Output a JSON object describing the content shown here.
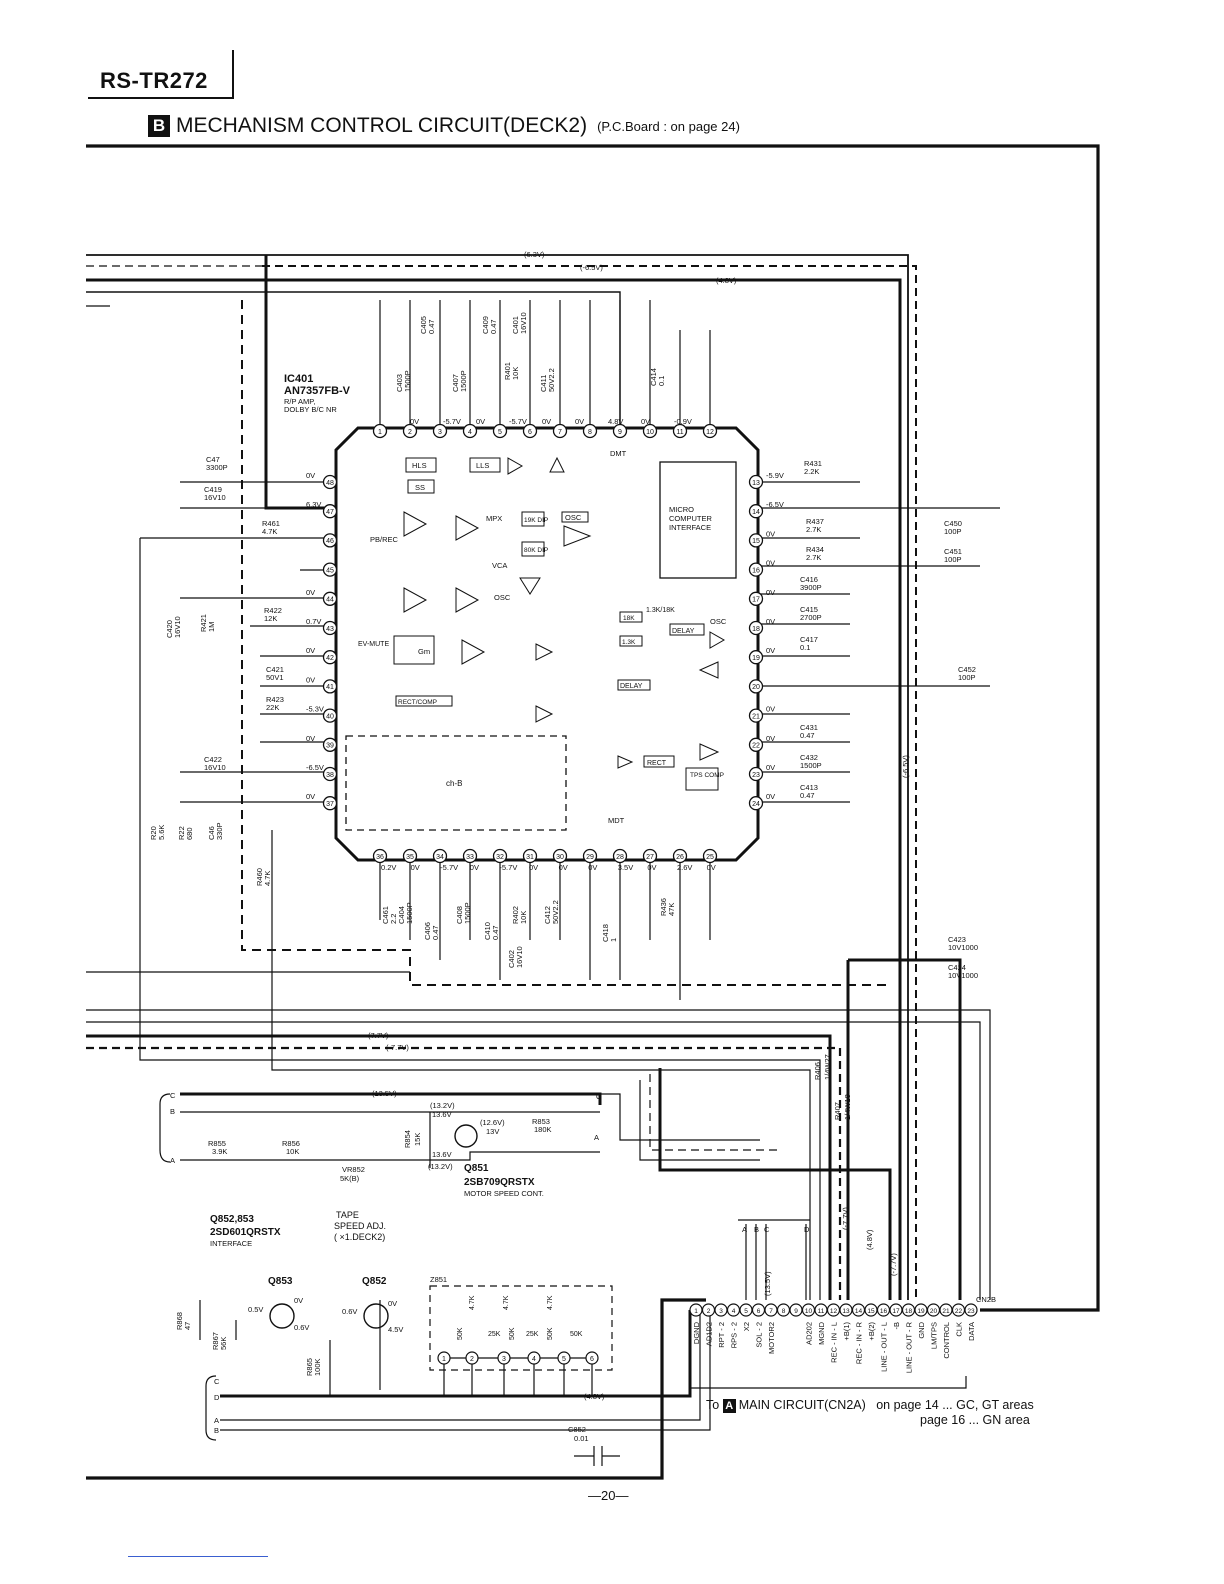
{
  "header": {
    "model": "RS-TR272",
    "section_letter": "B",
    "title": "MECHANISM CONTROL CIRCUIT(DECK2)",
    "subtitle": "(P.C.Board : on page 24)"
  },
  "ic": {
    "ref": "IC401",
    "part": "AN7357FB-V",
    "desc1": "R/P AMP,",
    "desc2": "DOLBY B/C NR",
    "center_label": "ch-B",
    "blocks": [
      "HLS",
      "LLS",
      "SS",
      "DMT",
      "PB/REC",
      "MPX",
      "19K DIP",
      "80K DIP",
      "OSC",
      "VCA",
      "EV-MUTE",
      "Gm",
      "RECT/COMP",
      "18K",
      "1.3K",
      "1.3K/18K",
      "DELAY",
      "OSC",
      "DELAY",
      "RECT",
      "TPS COMP",
      "MDT",
      "MICRO COMPUTER INTERFACE"
    ],
    "top_pins": [
      "1",
      "2",
      "3",
      "4",
      "5",
      "6",
      "7",
      "8",
      "9",
      "10",
      "11",
      "12"
    ],
    "top_volts": [
      "0V",
      "-5.7V",
      "0V",
      "-5.7V",
      "0V",
      "0V",
      "4.8V",
      "0V",
      "-0.9V"
    ],
    "right_pins": [
      "13",
      "14",
      "15",
      "16",
      "17",
      "18",
      "19",
      "20",
      "21",
      "22",
      "23",
      "24"
    ],
    "right_volts": [
      "-5.9V",
      "-6.5V",
      "0V",
      "0V",
      "0V",
      "0V",
      "0V",
      "",
      "0V",
      "0V",
      "0V",
      "0V"
    ],
    "bottom_pins": [
      "36",
      "35",
      "34",
      "33",
      "32",
      "31",
      "30",
      "29",
      "28",
      "27",
      "26",
      "25"
    ],
    "bottom_volts": [
      "0.2V",
      "0V",
      "-5.7V",
      "0V",
      "-5.7V",
      "0V",
      "0V",
      "0V",
      "3.5V",
      "0V",
      "2.6V",
      "0V"
    ],
    "left_pins": [
      "48",
      "47",
      "46",
      "45",
      "44",
      "43",
      "42",
      "41",
      "40",
      "39",
      "38",
      "37"
    ],
    "left_volts": [
      "0V",
      "6.3V",
      "",
      "",
      "0V",
      "0.7V",
      "0V",
      "0V",
      "-5.3V",
      "0V",
      "-6.5V",
      "0V"
    ]
  },
  "rails": [
    "(6.3V)",
    "(-6.5V)",
    "(4.8V)",
    "(7.7V)",
    "(-7.7V)",
    "(13.5V)",
    "(4.8V)",
    "(-6.5V)"
  ],
  "components_top": [
    {
      "ref": "C405",
      "val": "0.47"
    },
    {
      "ref": "C409",
      "val": "0.47"
    },
    {
      "ref": "C401",
      "val": "16V10"
    },
    {
      "ref": "C403",
      "val": "1500P"
    },
    {
      "ref": "C407",
      "val": "1500P"
    },
    {
      "ref": "R401",
      "val": "10K"
    },
    {
      "ref": "C411",
      "val": "50V2.2"
    },
    {
      "ref": "C414",
      "val": "0.1"
    }
  ],
  "components_left": [
    {
      "ref": "C47",
      "val": "3300P"
    },
    {
      "ref": "C419",
      "val": "16V10"
    },
    {
      "ref": "R461",
      "val": "4.7K"
    },
    {
      "ref": "C420",
      "val": "16V10"
    },
    {
      "ref": "R421",
      "val": "1M"
    },
    {
      "ref": "R422",
      "val": "12K"
    },
    {
      "ref": "C421",
      "val": "50V1"
    },
    {
      "ref": "R423",
      "val": "22K"
    },
    {
      "ref": "C422",
      "val": "16V10"
    },
    {
      "ref": "R20",
      "val": "5.6K"
    },
    {
      "ref": "R22",
      "val": "680"
    },
    {
      "ref": "C46",
      "val": "330P"
    },
    {
      "ref": "R460",
      "val": "4.7K"
    }
  ],
  "components_right": [
    {
      "ref": "R431",
      "val": "2.2K"
    },
    {
      "ref": "R437",
      "val": "2.7K"
    },
    {
      "ref": "R434",
      "val": "2.7K"
    },
    {
      "ref": "C416",
      "val": "3900P"
    },
    {
      "ref": "C415",
      "val": "2700P"
    },
    {
      "ref": "C417",
      "val": "0.1"
    },
    {
      "ref": "C431",
      "val": "0.47"
    },
    {
      "ref": "C432",
      "val": "1500P"
    },
    {
      "ref": "C413",
      "val": "0.47"
    },
    {
      "ref": "C450",
      "val": "100P"
    },
    {
      "ref": "C451",
      "val": "100P"
    },
    {
      "ref": "C452",
      "val": "100P"
    },
    {
      "ref": "C423",
      "val": "10V1000"
    },
    {
      "ref": "C424",
      "val": "10V1000"
    }
  ],
  "components_bottom": [
    {
      "ref": "C461",
      "val": "2.2"
    },
    {
      "ref": "C404",
      "val": "1500P"
    },
    {
      "ref": "C406",
      "val": "0.47"
    },
    {
      "ref": "C408",
      "val": "1500P"
    },
    {
      "ref": "C410",
      "val": "0.47"
    },
    {
      "ref": "R402",
      "val": "10K"
    },
    {
      "ref": "C412",
      "val": "50V2.2"
    },
    {
      "ref": "C402",
      "val": "16V10"
    },
    {
      "ref": "C418",
      "val": "1"
    },
    {
      "ref": "R436",
      "val": "47K"
    }
  ],
  "motor": {
    "R855": "3.9K",
    "R856": "10K",
    "R854": "15K",
    "R853": "180K",
    "vr_ref": "VR852",
    "vr_val": "5K(B)",
    "v_in": "(12.6V)",
    "v_13": "13V",
    "v_132a": "(13.2V)",
    "v_136a": "13.6V",
    "v_136b": "13.6V",
    "v_132b": "(13.2V)",
    "q851": "Q851",
    "q851_part": "2SB709QRSTX",
    "q851_desc": "MOTOR SPEED CONT.",
    "tape_adj1": "TAPE",
    "tape_adj2": "SPEED ADJ.",
    "tape_adj3": "( ×1.DECK2)",
    "q852_853": "Q852,853",
    "q852_part": "2SD601QRSTX",
    "q852_desc": "INTERFACE",
    "R406": "R406",
    "R406v": "1/4W27",
    "R407": "R407",
    "R407v": "1/4W18",
    "lines": [
      "C",
      "B",
      "A",
      "A",
      "C",
      "C",
      "D",
      "A",
      "B"
    ]
  },
  "interface": {
    "q853": "Q853",
    "q852": "Q852",
    "R868": "R868",
    "R868v": "47",
    "R867": "R867",
    "R867v": "56K",
    "R865": "R865",
    "R865v": "100K",
    "v_05": "0.5V",
    "v_06a": "0V",
    "v_06b": "0.6V",
    "v_06c": "0.6V",
    "v_0v": "0V",
    "v_45": "4.5V",
    "z851": "Z851",
    "zres": [
      "4.7K",
      "4.7K",
      "4.7K",
      "50K",
      "25K",
      "50K",
      "25K",
      "50K",
      "50K"
    ],
    "zpins": [
      "1",
      "2",
      "3",
      "4",
      "5",
      "6"
    ],
    "C852": "C852",
    "C852v": "0.01"
  },
  "connector": {
    "ref": "CN2B",
    "abcd": [
      "A",
      "B",
      "C",
      "D"
    ],
    "pins": [
      "1",
      "2",
      "3",
      "4",
      "5",
      "6",
      "7",
      "8",
      "9",
      "10",
      "11",
      "12",
      "13",
      "14",
      "15",
      "16",
      "17",
      "18",
      "19",
      "20",
      "21",
      "22",
      "23"
    ],
    "signals": [
      "DGND",
      "AD1D2",
      "RPT - 2",
      "RPS - 2",
      "X2",
      "SOL - 2",
      "MOTOR2",
      "",
      "",
      "AD202",
      "MGND",
      "REC - IN - L",
      "+B(1)",
      "REC - IN - R",
      "+B(2)",
      "LINE - OUT - L",
      "-B",
      "LINE - OUT - R",
      "GND",
      "LM/TPS",
      "CONTROL",
      "CLK",
      "DATA"
    ],
    "volt_tags": [
      "(13.5V)",
      "(-7.7V)",
      "(4.8V)",
      "(-7.7V)"
    ]
  },
  "footer": {
    "to": "To",
    "letter": "A",
    "target": "MAIN CIRCUIT(CN2A)",
    "ref1": "on page 14 ... GC, GT areas",
    "ref2": "page 16 ... GN area",
    "page": "—20—"
  }
}
